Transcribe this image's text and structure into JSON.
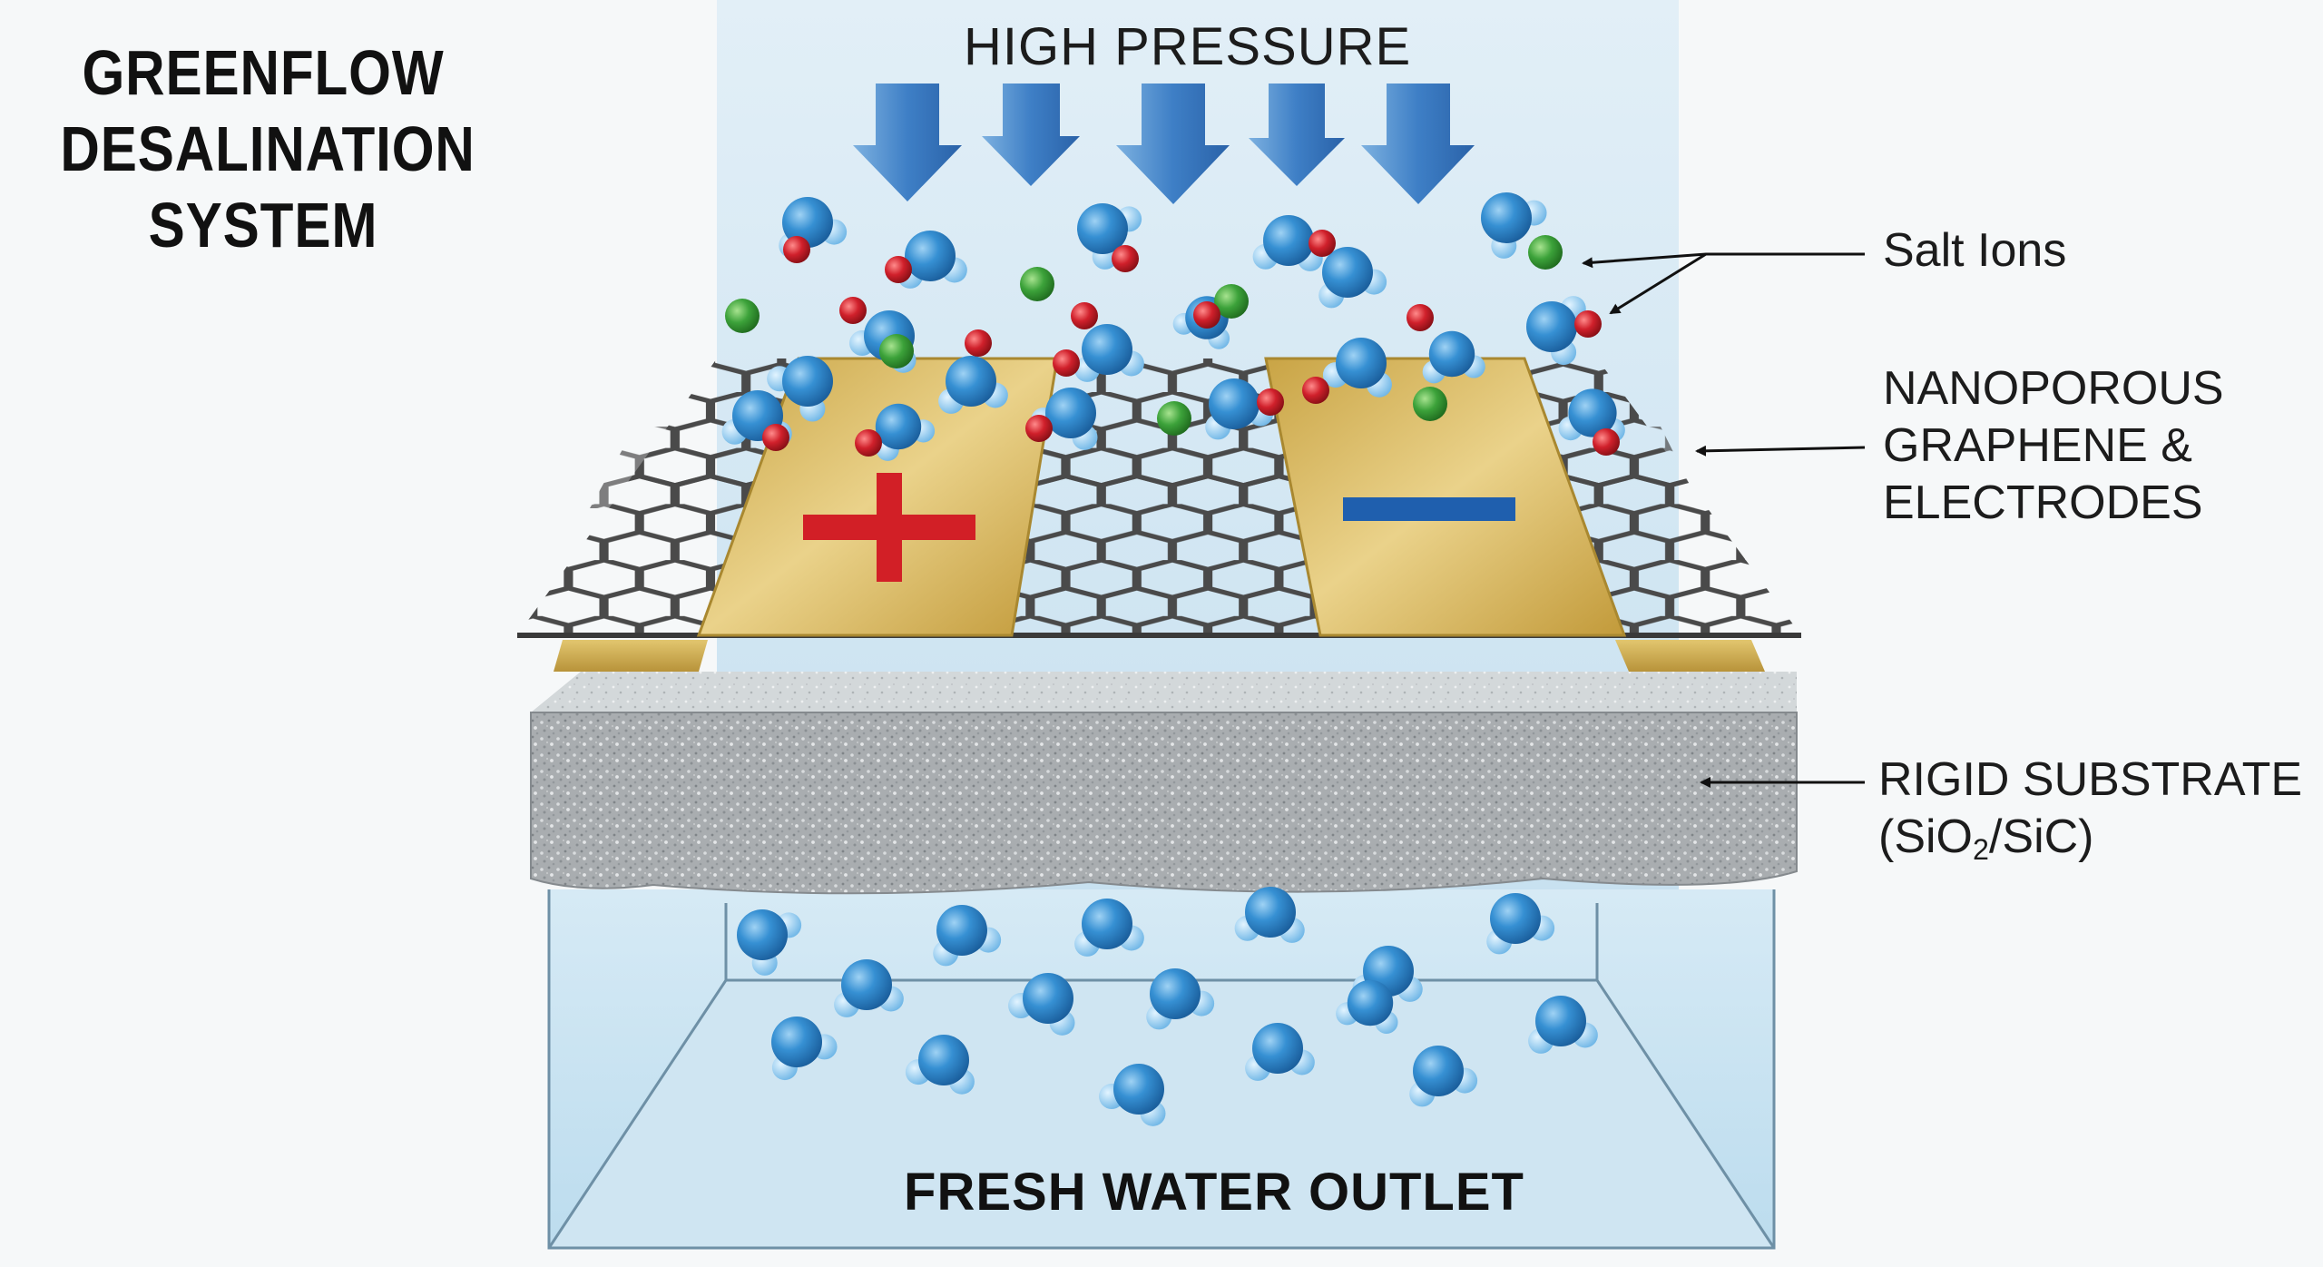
{
  "title": [
    "GREENFLOW",
    "DESALINATION",
    "SYSTEM"
  ],
  "top_label": "HIGH PRESSURE",
  "labels": {
    "salt_ions": "Salt Ions",
    "graphene": [
      "NANOPOROUS",
      "GRAPHENE &",
      "ELECTRODES"
    ],
    "substrate_line1": "RIGID SUBSTRATE",
    "substrate_open": "(SiO",
    "substrate_sub": "2",
    "substrate_close": "/SiC)"
  },
  "bottom_label": "FRESH WATER OUTLET",
  "electrodes": {
    "positive_symbol": "+",
    "negative_symbol": "−"
  },
  "colors": {
    "water_oxygen": "#2d86c9",
    "water_hydrogen": "#8fcbee",
    "chloride_ion": "#3ca23a",
    "sodium_ion": "#d0202b",
    "electrode_gold": "#d9b652",
    "graphene": "#4a4a4a",
    "substrate": "#a9adb0",
    "pressure_arrow": "#3e7fc6"
  }
}
